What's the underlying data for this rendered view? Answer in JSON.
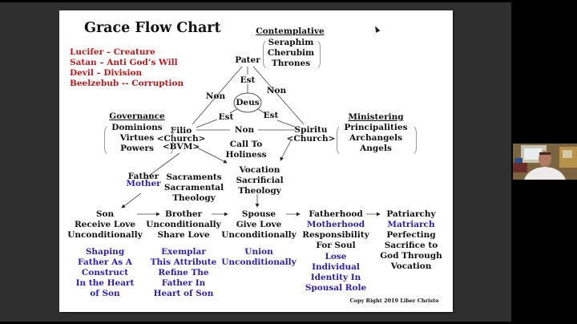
{
  "slide": {
    "title": "Grace Flow Chart",
    "red_list": [
      "Lucifer – Creature",
      "Satan – Anti God’s Will",
      "Devil – Division",
      "Beelzebub -- Corruption"
    ],
    "contemplative": {
      "heading": "Contemplative",
      "items": [
        "Seraphim",
        "Cherubim",
        "Thrones"
      ]
    },
    "governance": {
      "heading": "Governance",
      "items": [
        "Dominions",
        "Virtues",
        "Powers"
      ]
    },
    "ministering": {
      "heading": "Ministering",
      "items": [
        "Principalities",
        "Archangels",
        "Angels"
      ]
    },
    "trinity": {
      "pater": "Pater",
      "deus": "Deus",
      "filio": [
        "Filio",
        "<Church>",
        "<BVM>"
      ],
      "spiritu": [
        "Spiritu",
        "<Church>"
      ],
      "est_top": "Est",
      "est_left": "Est",
      "est_right": "Est",
      "non_left": "Non",
      "non_right": "Non",
      "non_bottom": "Non"
    },
    "call_to_holiness": [
      "Call To",
      "Holiness"
    ],
    "father_mother": {
      "father": "Father",
      "mother": "Mother"
    },
    "sacraments": [
      "Sacraments",
      "Sacramental",
      "Theology"
    ],
    "vocation": [
      "Vocation",
      "Sacrificial",
      "Theology"
    ],
    "stages": [
      {
        "name": "Son",
        "black": [
          "Receive Love",
          "Unconditionally"
        ],
        "blue": [
          "Shaping",
          "Father As A",
          "Construct",
          "In the Heart",
          "of Son"
        ]
      },
      {
        "name": "Brother",
        "black": [
          "Unconditionally",
          "Share Love"
        ],
        "blue": [
          "Exemplar",
          "This Attribute",
          "Refine The",
          "Father In",
          "Heart of Son"
        ]
      },
      {
        "name": "Spouse",
        "black": [
          "Give Love",
          "Unconditionally"
        ],
        "blue": [
          "Union",
          "Unconditionally"
        ]
      },
      {
        "name": "Fatherhood",
        "alt": "Motherhood",
        "black": [
          "Responsibility",
          "For Soul"
        ],
        "blue": [
          "Lose",
          "Individual",
          "Identity In",
          "Spousal Role"
        ]
      },
      {
        "name": "Patriarchy",
        "alt": "Matriarch",
        "black": [
          "Perfecting",
          "Sacrifice to",
          "God Through",
          "Vocation"
        ],
        "blue": []
      }
    ],
    "copyright": "Copy Right 2019 Liber Christo"
  },
  "colors": {
    "red": "#c0161a",
    "blue": "#2a1fb0",
    "share_bg": "#2f2f2f",
    "panel_bg": "#000000"
  }
}
